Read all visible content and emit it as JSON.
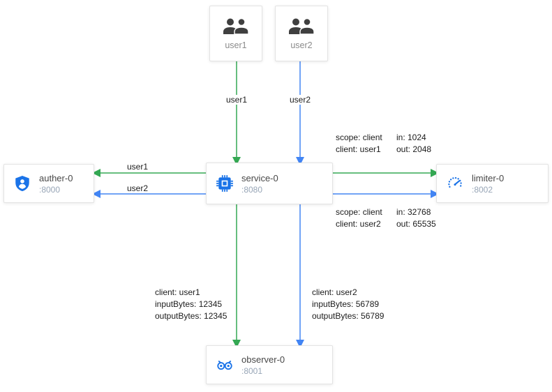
{
  "diagram": {
    "colors": {
      "green": "#34a853",
      "blue": "#4285f4",
      "icon": "#1a73e8"
    },
    "nodes": {
      "user1": {
        "label": "user1"
      },
      "user2": {
        "label": "user2"
      },
      "auther": {
        "name": "auther-0",
        "port": ":8000"
      },
      "service": {
        "name": "service-0",
        "port": ":8080"
      },
      "limiter": {
        "name": "limiter-0",
        "port": ":8002"
      },
      "observer": {
        "name": "observer-0",
        "port": ":8001"
      }
    },
    "edges": {
      "user1_to_service": {
        "label": "user1"
      },
      "user2_to_service": {
        "label": "user2"
      },
      "service_to_auther_user1": {
        "label": "user1"
      },
      "service_to_auther_user2": {
        "label": "user2"
      },
      "service_to_limiter_user1": {
        "scope": "scope: client",
        "client": "client: user1",
        "in": "in: 1024",
        "out": "out: 2048"
      },
      "service_to_limiter_user2": {
        "scope": "scope: client",
        "client": "client: user2",
        "in": "in: 32768",
        "out": "out: 65535"
      },
      "service_to_observer_user1": {
        "client": "client: user1",
        "input": "inputBytes: 12345",
        "output": "outputBytes: 12345"
      },
      "service_to_observer_user2": {
        "client": "client: user2",
        "input": "inputBytes: 56789",
        "output": "outputBytes: 56789"
      }
    }
  }
}
